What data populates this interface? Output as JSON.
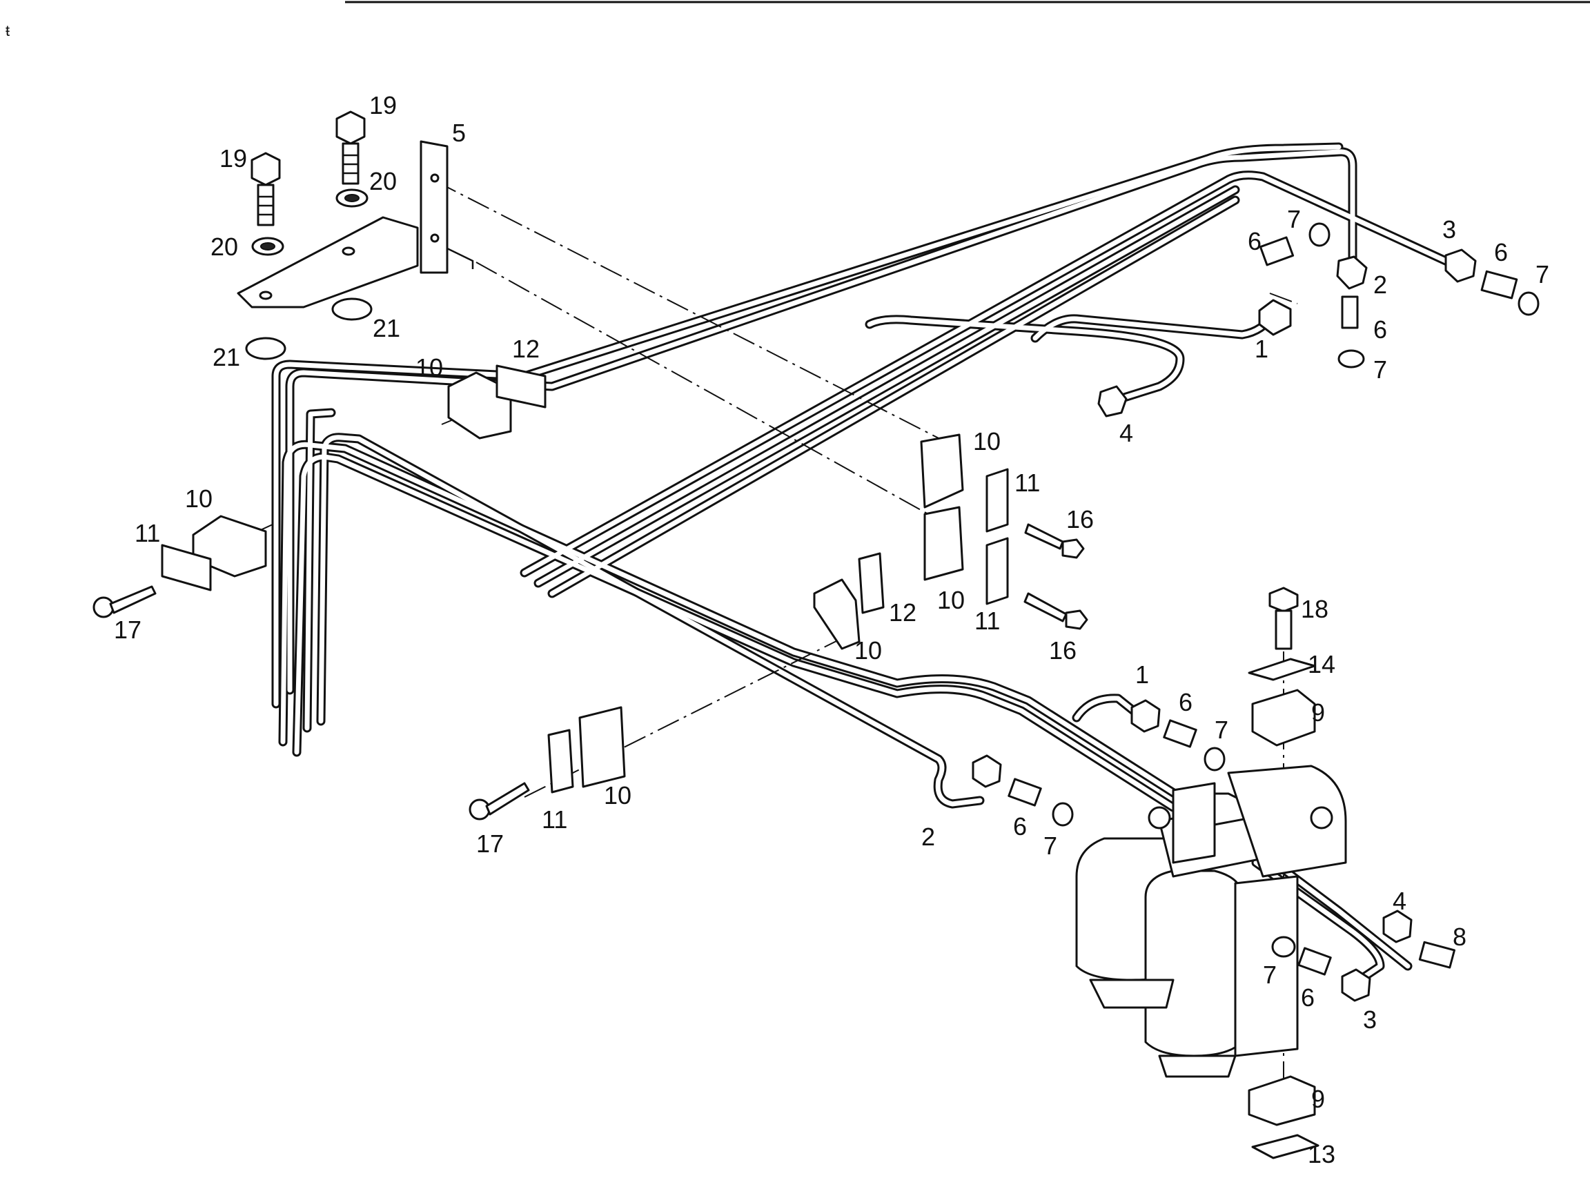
{
  "callouts": [
    {
      "id": "c19a",
      "text": "19"
    },
    {
      "id": "c19b",
      "text": "19"
    },
    {
      "id": "c5",
      "text": "5"
    },
    {
      "id": "c20a",
      "text": "20"
    },
    {
      "id": "c20b",
      "text": "20"
    },
    {
      "id": "c21a",
      "text": "21"
    },
    {
      "id": "c21b",
      "text": "21"
    },
    {
      "id": "c12a",
      "text": "12"
    },
    {
      "id": "c10a",
      "text": "10"
    },
    {
      "id": "c10b",
      "text": "10"
    },
    {
      "id": "c11a",
      "text": "11"
    },
    {
      "id": "c17a",
      "text": "17"
    },
    {
      "id": "c7a",
      "text": "7"
    },
    {
      "id": "c6a",
      "text": "6"
    },
    {
      "id": "c3a",
      "text": "3"
    },
    {
      "id": "c6b",
      "text": "6"
    },
    {
      "id": "c7b",
      "text": "7"
    },
    {
      "id": "c2a",
      "text": "2"
    },
    {
      "id": "c6c",
      "text": "6"
    },
    {
      "id": "c7c",
      "text": "7"
    },
    {
      "id": "c1a",
      "text": "1"
    },
    {
      "id": "c4a",
      "text": "4"
    },
    {
      "id": "c10c",
      "text": "10"
    },
    {
      "id": "c11b",
      "text": "11"
    },
    {
      "id": "c16a",
      "text": "16"
    },
    {
      "id": "c10d",
      "text": "10"
    },
    {
      "id": "c11c",
      "text": "11"
    },
    {
      "id": "c16b",
      "text": "16"
    },
    {
      "id": "c12b",
      "text": "12"
    },
    {
      "id": "c10e",
      "text": "10"
    },
    {
      "id": "c18",
      "text": "18"
    },
    {
      "id": "c14",
      "text": "14"
    },
    {
      "id": "c1b",
      "text": "1"
    },
    {
      "id": "c6d",
      "text": "6"
    },
    {
      "id": "c7d",
      "text": "7"
    },
    {
      "id": "c9a",
      "text": "9"
    },
    {
      "id": "c10f",
      "text": "10"
    },
    {
      "id": "c11d",
      "text": "11"
    },
    {
      "id": "c17b",
      "text": "17"
    },
    {
      "id": "c2b",
      "text": "2"
    },
    {
      "id": "c6e",
      "text": "6"
    },
    {
      "id": "c7e",
      "text": "7"
    },
    {
      "id": "c4b",
      "text": "4"
    },
    {
      "id": "c8",
      "text": "8"
    },
    {
      "id": "c7f",
      "text": "7"
    },
    {
      "id": "c6f",
      "text": "6"
    },
    {
      "id": "c3b",
      "text": "3"
    },
    {
      "id": "c9b",
      "text": "9"
    },
    {
      "id": "c13",
      "text": "13"
    }
  ]
}
